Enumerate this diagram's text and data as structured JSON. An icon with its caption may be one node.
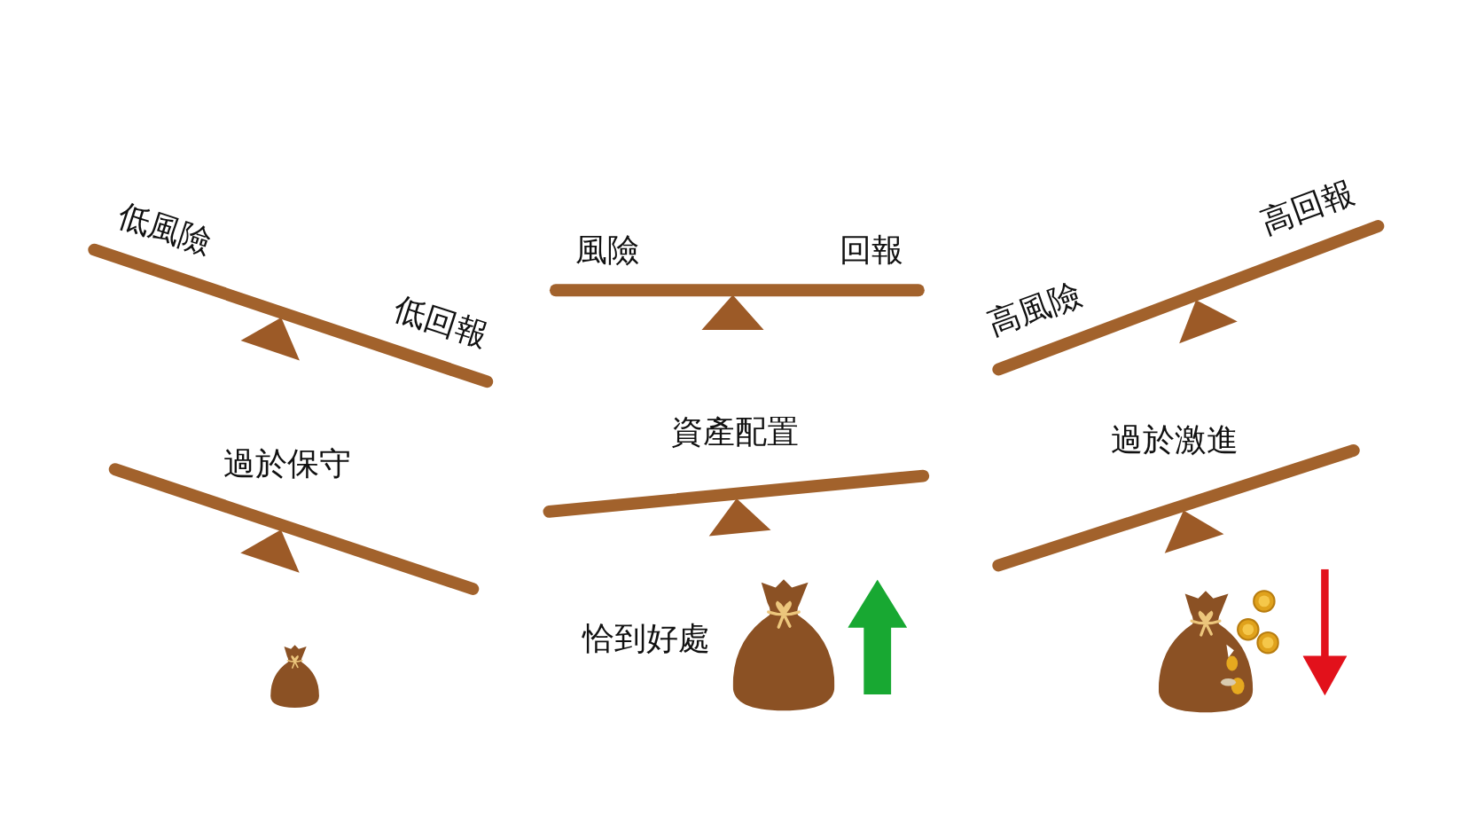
{
  "diagram": {
    "labels": [
      "低風險",
      "低回報",
      "風險",
      "回報",
      "高風險",
      "高回報",
      "過於保守",
      "資產配置",
      "過於激進",
      "恰到好處"
    ]
  }
}
